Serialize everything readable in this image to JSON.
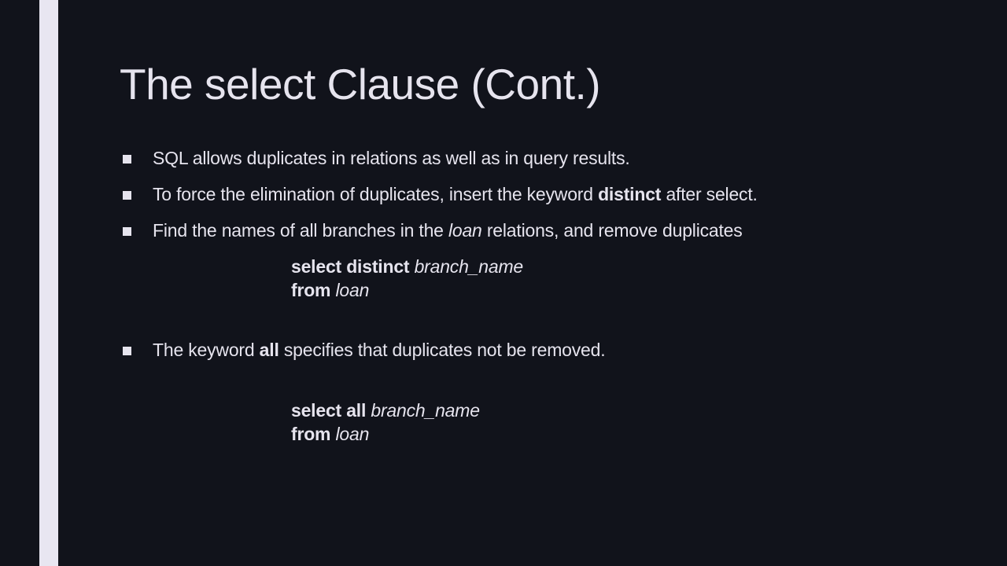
{
  "slide": {
    "title": "The select Clause (Cont.)",
    "colors": {
      "background": "#11131b",
      "accent_bar": "#e8e6f1",
      "text": "#e6e4ee"
    },
    "bullet_icon": "square-bullet-icon",
    "bullets": [
      {
        "text": "SQL allows duplicates in relations as well as in query results."
      },
      {
        "pre": "To force the elimination of duplicates, insert the keyword ",
        "keyword": "distinct",
        "post": "  after select."
      },
      {
        "pre": "Find the names of all branches in the ",
        "italic": "loan",
        "post": " relations, and remove duplicates"
      },
      {
        "pre": "The keyword ",
        "keyword": "all",
        "post": " specifies that duplicates not be removed."
      }
    ],
    "code_examples": [
      {
        "select_kw": "select distinct ",
        "select_attr": "branch_name",
        "from_kw": "from ",
        "from_rel": "loan"
      },
      {
        "select_kw": "select all ",
        "select_attr": "branch_name",
        "from_kw": "from ",
        "from_rel": "loan"
      }
    ]
  }
}
